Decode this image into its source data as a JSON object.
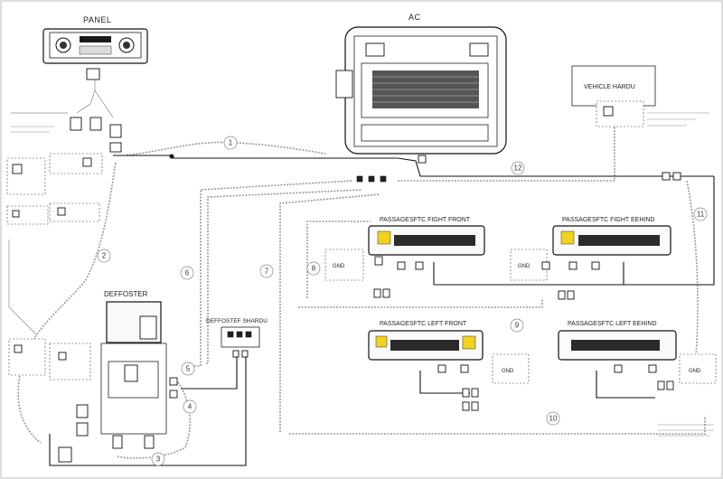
{
  "labels": {
    "panel": "PANEL",
    "ac": "AC",
    "vehicle_harness": "VEHICLE HARDU",
    "defroster": "DEFFOSTER",
    "defroster_harness": "DEFFOSTEF SHARDU",
    "pass_right_front": "PASSAGESFTC FIGHT FRONT",
    "pass_right_behind": "PASSAGESFTC FIGHT EEHIND",
    "pass_left_front": "PASSAGESFTC LEFT FRONT",
    "pass_left_behind": "PASSAGESFTC LEFT EEHIND",
    "gnd": "GND"
  },
  "circuit_numbers": [
    "1",
    "2",
    "3",
    "4",
    "5",
    "6",
    "7",
    "8",
    "9",
    "10",
    "11",
    "12"
  ],
  "colors": {
    "line": "#111111",
    "dashed_harness": "#9a9a9a",
    "warning_label": "#f2d21a",
    "grille": "#2b2b2b"
  }
}
